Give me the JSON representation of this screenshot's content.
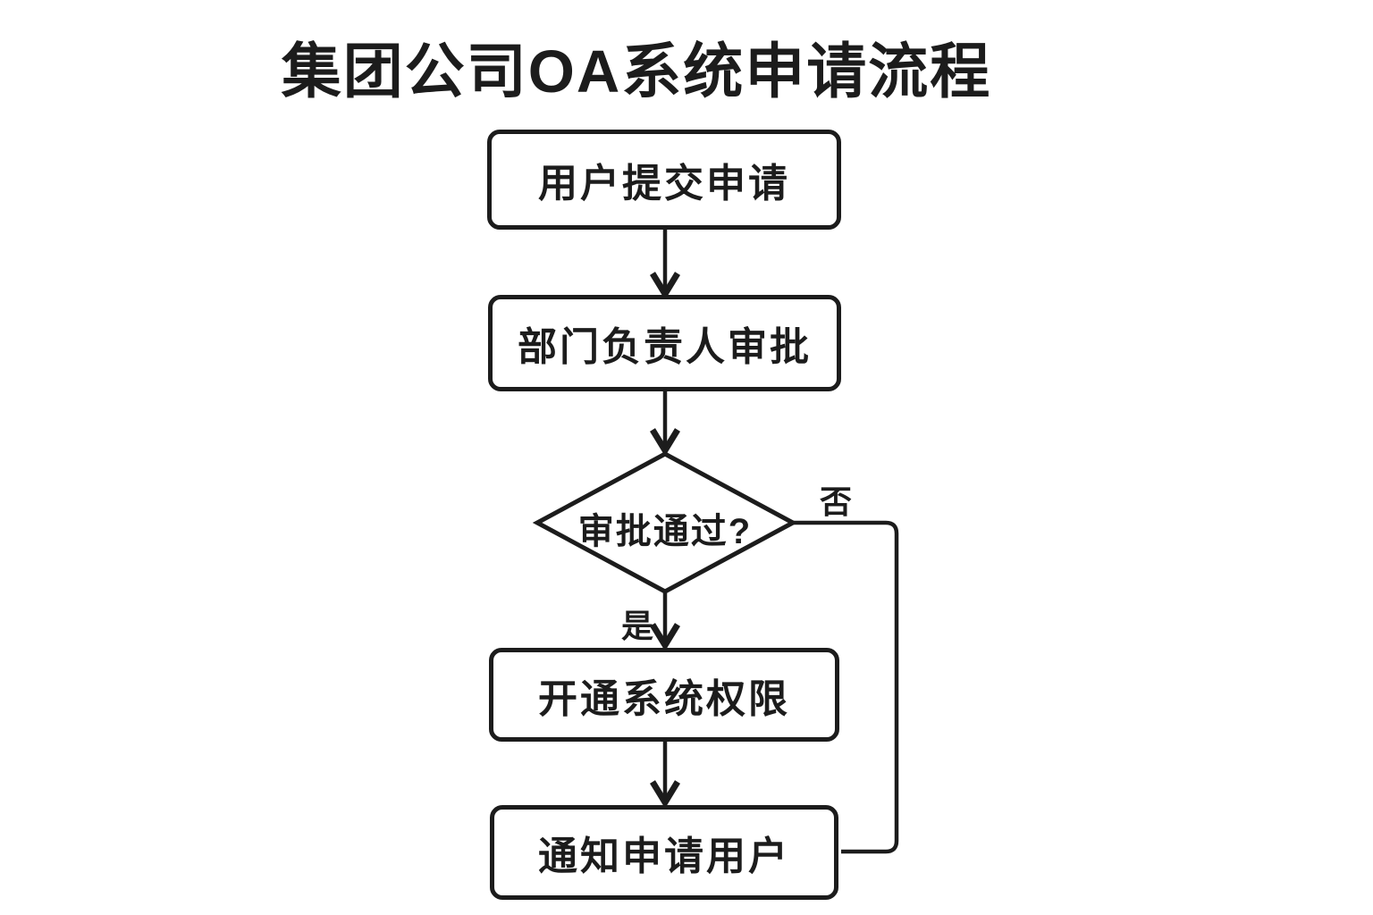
{
  "title": "集团公司OA系统申请流程",
  "colors": {
    "background": "#ffffff",
    "line": "#1c1c1c"
  },
  "flowchart": {
    "nodes": [
      {
        "id": "submit",
        "type": "process",
        "label": "用户提交申请"
      },
      {
        "id": "approve",
        "type": "process",
        "label": "部门负责人审批"
      },
      {
        "id": "decision",
        "type": "decision",
        "label": "审批通过?"
      },
      {
        "id": "grant",
        "type": "process",
        "label": "开通系统权限"
      },
      {
        "id": "notify",
        "type": "process",
        "label": "通知申请用户"
      }
    ],
    "edges": [
      {
        "from": "submit",
        "to": "approve",
        "label": ""
      },
      {
        "from": "approve",
        "to": "decision",
        "label": ""
      },
      {
        "from": "decision",
        "to": "grant",
        "label": "是"
      },
      {
        "from": "grant",
        "to": "notify",
        "label": ""
      },
      {
        "from": "decision",
        "to": "notify",
        "label": "否"
      }
    ],
    "edge_labels": {
      "yes": "是",
      "no": "否"
    }
  }
}
